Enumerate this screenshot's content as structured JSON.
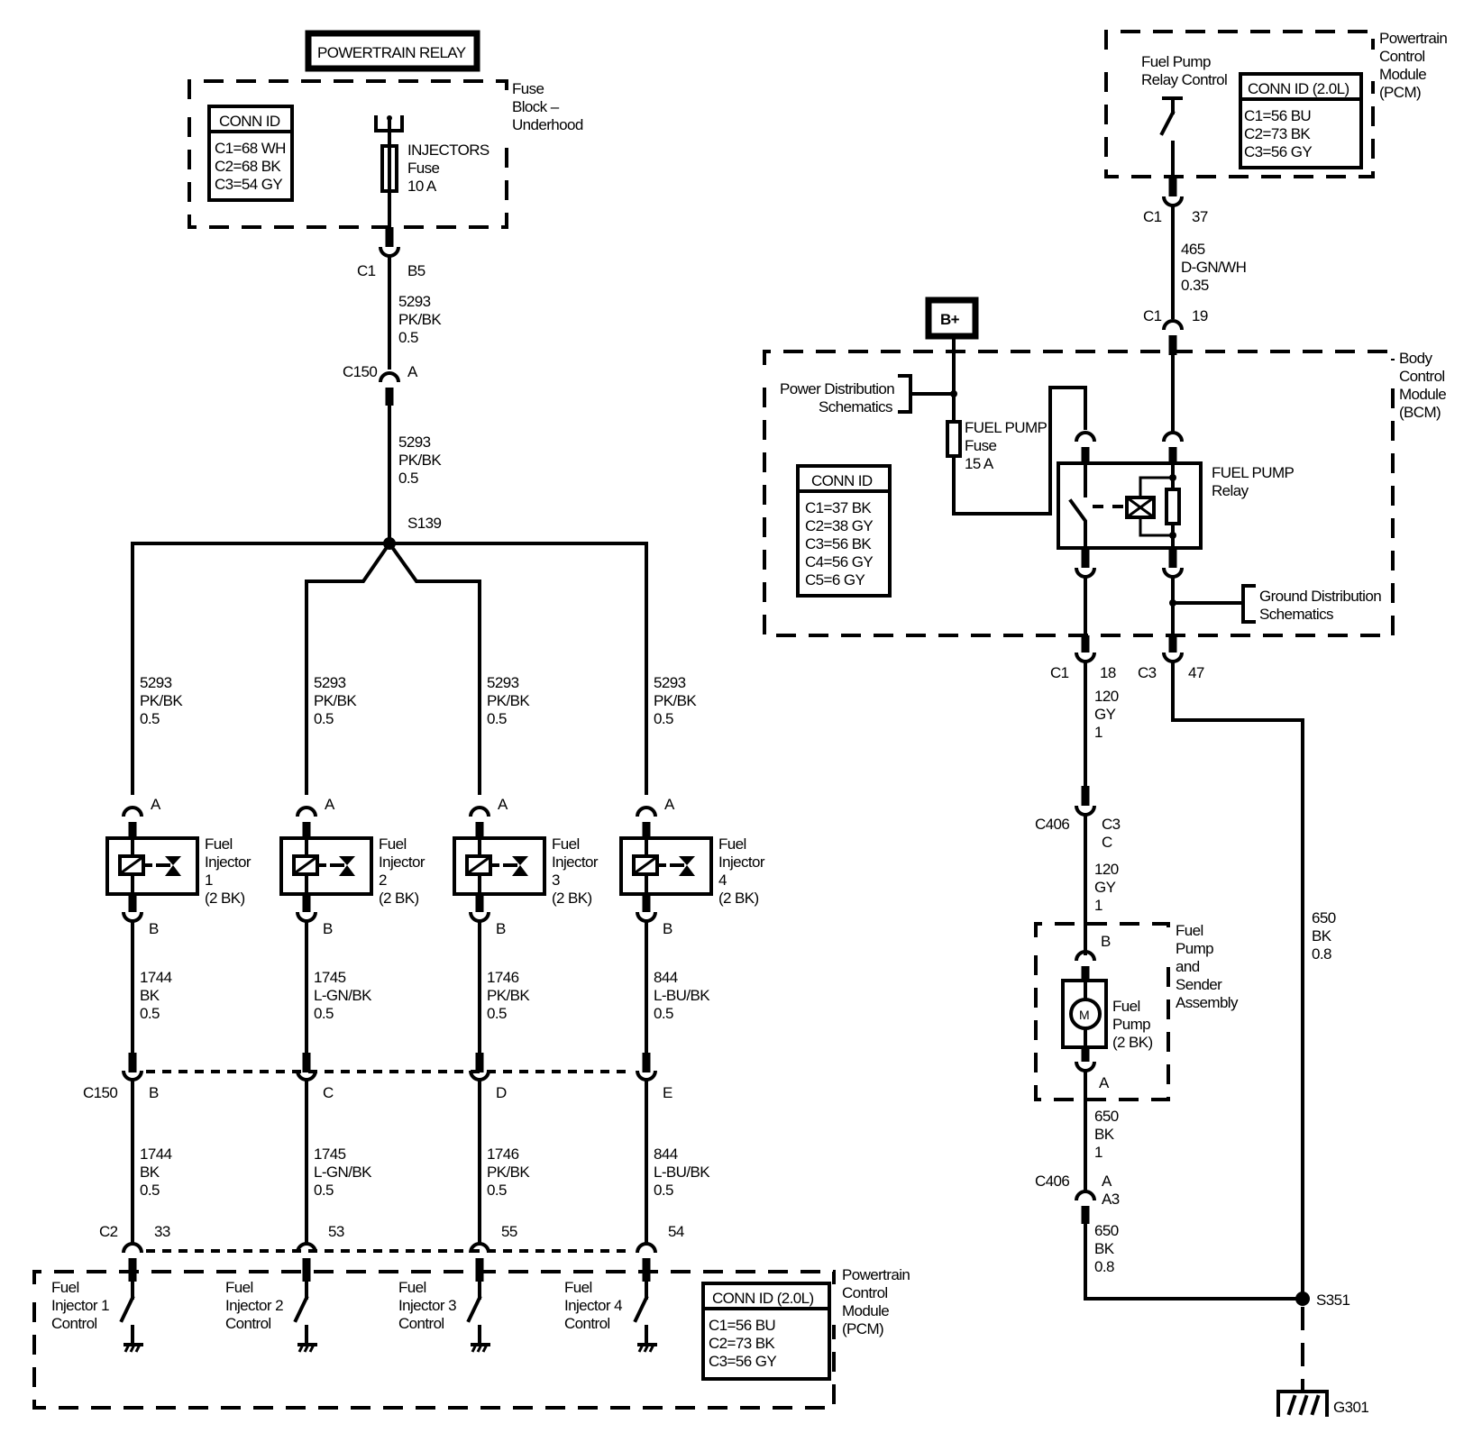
{
  "title_box": {
    "powertrain_relay": "POWERTRAIN RELAY",
    "b_plus": "B+"
  },
  "fuse_block": {
    "label": [
      "Fuse",
      "Block –",
      "Underhood"
    ],
    "conn_id": {
      "header": "CONN ID",
      "rows": [
        "C1=68 WH",
        "C2=68 BK",
        "C3=54 GY"
      ]
    },
    "fuse": [
      "INJECTORS",
      "Fuse",
      "10 A"
    ]
  },
  "upper_wire": {
    "c1": {
      "conn": "C1",
      "pin": "B5"
    },
    "wire1": [
      "5293",
      "PK/BK",
      "0.5"
    ],
    "c150": {
      "conn": "C150",
      "pin": "A"
    },
    "wire2": [
      "5293",
      "PK/BK",
      "0.5"
    ],
    "splice": "S139"
  },
  "injectors": [
    {
      "feed": [
        "5293",
        "PK/BK",
        "0.5"
      ],
      "pin_a": "A",
      "label": [
        "Fuel",
        "Injector",
        "1",
        "(2 BK)"
      ],
      "pin_b": "B",
      "out": [
        "1744",
        "BK",
        "0.5"
      ],
      "c150_pin": "B",
      "out2": [
        "1744",
        "BK",
        "0.5"
      ],
      "pcm_pin": "33",
      "control": [
        "Fuel",
        "Injector 1",
        "Control"
      ]
    },
    {
      "feed": [
        "5293",
        "PK/BK",
        "0.5"
      ],
      "pin_a": "A",
      "label": [
        "Fuel",
        "Injector",
        "2",
        "(2 BK)"
      ],
      "pin_b": "B",
      "out": [
        "1745",
        "L-GN/BK",
        "0.5"
      ],
      "c150_pin": "C",
      "out2": [
        "1745",
        "L-GN/BK",
        "0.5"
      ],
      "pcm_pin": "53",
      "control": [
        "Fuel",
        "Injector 2",
        "Control"
      ]
    },
    {
      "feed": [
        "5293",
        "PK/BK",
        "0.5"
      ],
      "pin_a": "A",
      "label": [
        "Fuel",
        "Injector",
        "3",
        "(2 BK)"
      ],
      "pin_b": "B",
      "out": [
        "1746",
        "PK/BK",
        "0.5"
      ],
      "c150_pin": "D",
      "out2": [
        "1746",
        "PK/BK",
        "0.5"
      ],
      "pcm_pin": "55",
      "control": [
        "Fuel",
        "Injector 3",
        "Control"
      ]
    },
    {
      "feed": [
        "5293",
        "PK/BK",
        "0.5"
      ],
      "pin_a": "A",
      "label": [
        "Fuel",
        "Injector",
        "4",
        "(2 BK)"
      ],
      "pin_b": "B",
      "out": [
        "844",
        "L-BU/BK",
        "0.5"
      ],
      "c150_pin": "E",
      "out2": [
        "844",
        "L-BU/BK",
        "0.5"
      ],
      "pcm_pin": "54",
      "control": [
        "Fuel",
        "Injector 4",
        "Control"
      ]
    }
  ],
  "c150_lower": "C150",
  "pcm_c2": "C2",
  "pcm_bottom": {
    "label": [
      "Powertrain",
      "Control",
      "Module",
      "(PCM)"
    ],
    "conn_id": {
      "header": "CONN ID (2.0L)",
      "rows": [
        "C1=56 BU",
        "C2=73 BK",
        "C3=56 GY"
      ]
    }
  },
  "pcm_top": {
    "label": [
      "Powertrain",
      "Control",
      "Module",
      "(PCM)"
    ],
    "control": [
      "Fuel Pump",
      "Relay Control"
    ],
    "conn_id": {
      "header": "CONN ID (2.0L)",
      "rows": [
        "C1=56 BU",
        "C2=73 BK",
        "C3=56 GY"
      ]
    }
  },
  "pump_ctrl_wire": {
    "c1_top": {
      "conn": "C1",
      "pin": "37"
    },
    "wire": [
      "465",
      "D-GN/WH",
      "0.35"
    ],
    "c1_bot": {
      "conn": "C1",
      "pin": "19"
    }
  },
  "bcm": {
    "label": [
      "Body",
      "Control",
      "Module",
      "(BCM)"
    ],
    "power_dist": [
      "Power Distribution",
      "Schematics"
    ],
    "ground_dist": [
      "Ground Distribution",
      "Schematics"
    ],
    "fuse": [
      "FUEL PUMP",
      "Fuse",
      "15 A"
    ],
    "relay": [
      "FUEL PUMP",
      "Relay"
    ],
    "conn_id": {
      "header": "CONN ID",
      "rows": [
        "C1=37 BK",
        "C2=38 GY",
        "C3=56 BK",
        "C4=56 GY",
        "C5=6 GY"
      ]
    },
    "out_left": {
      "conn": "C1",
      "pin": "18"
    },
    "out_right": {
      "conn": "C3",
      "pin": "47"
    }
  },
  "pump_feed": {
    "wire1": [
      "120",
      "GY",
      "1"
    ],
    "c406": {
      "conn": "C406",
      "pin": [
        "C3",
        "C"
      ]
    },
    "wire2": [
      "120",
      "GY",
      "1"
    ]
  },
  "fuel_pump_assy": {
    "label": [
      "Fuel",
      "Pump",
      "and",
      "Sender",
      "Assembly"
    ],
    "pump": [
      "Fuel",
      "Pump",
      "(2 BK)"
    ],
    "motor": "M",
    "pin_b": "B",
    "pin_a": "A"
  },
  "pump_ground": {
    "wire1": [
      "650",
      "BK",
      "1"
    ],
    "c406": {
      "conn": "C406",
      "pin": [
        "A",
        "A3"
      ]
    },
    "wire2": [
      "650",
      "BK",
      "0.8"
    ],
    "bcm_ground_wire": [
      "650",
      "BK",
      "0.8"
    ],
    "splice": "S351",
    "ground": "G301"
  }
}
